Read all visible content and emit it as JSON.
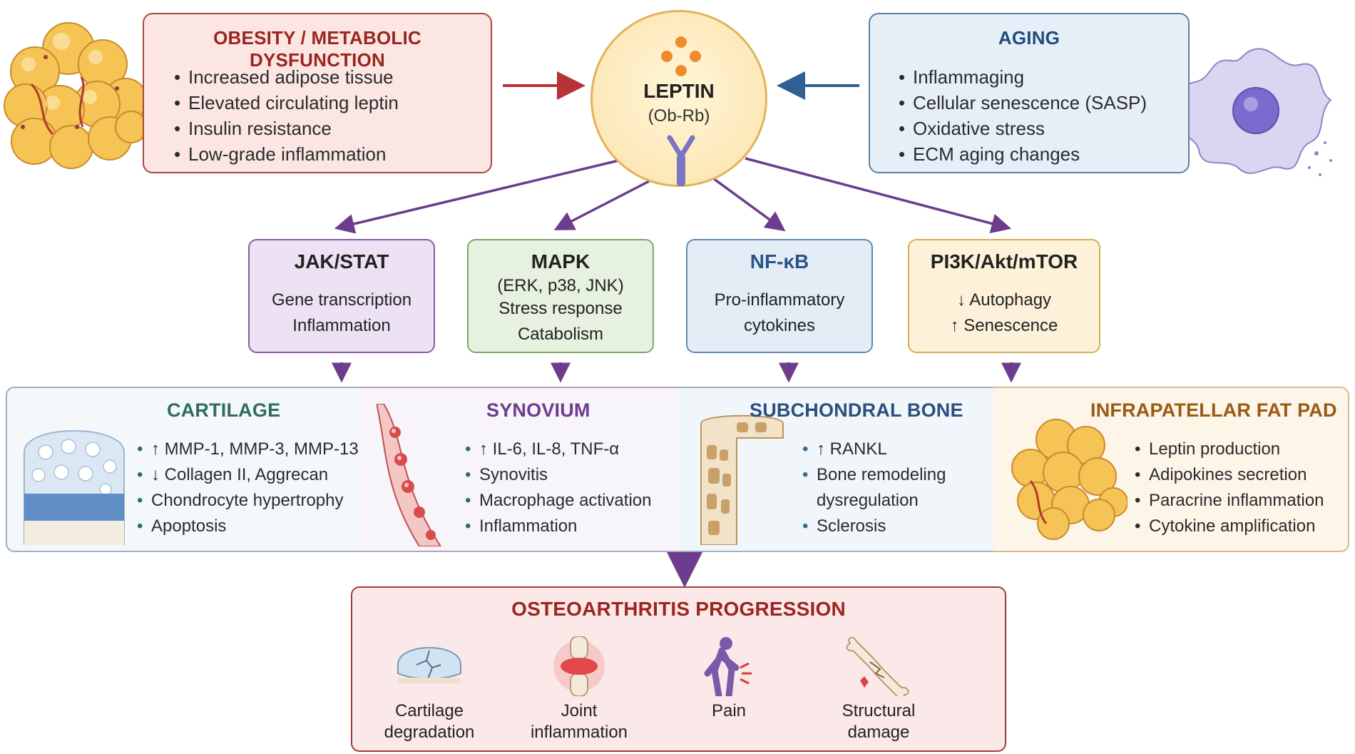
{
  "obesity": {
    "title": "OBESITY / METABOLIC DYSFUNCTION",
    "items": [
      "Increased adipose tissue",
      "Elevated circulating leptin",
      "Insulin resistance",
      "Low-grade inflammation"
    ]
  },
  "leptin": {
    "title": "LEPTIN",
    "receptor": "(Ob-Rb)"
  },
  "aging": {
    "title": "AGING",
    "items": [
      "Inflammaging",
      "Cellular senescence (SASP)",
      "Oxidative stress",
      "ECM aging changes"
    ]
  },
  "pathways": [
    {
      "title": "JAK/STAT",
      "subtitle": "",
      "lines": [
        "Gene transcription",
        "Inflammation"
      ],
      "color": "#8a5aa6"
    },
    {
      "title": "MAPK",
      "subtitle": "(ERK, p38, JNK)",
      "lines": [
        "Stress response",
        "Catabolism"
      ],
      "color": "#7aa868"
    },
    {
      "title": "NF-κB",
      "subtitle": "",
      "lines": [
        "Pro-inflammatory",
        "cytokines"
      ],
      "color": "#6489b0"
    },
    {
      "title": "PI3K/Akt/mTOR",
      "subtitle": "",
      "lines": [
        "↓ Autophagy",
        "↑ Senescence"
      ],
      "color": "#d6ad58"
    }
  ],
  "tissues": {
    "cartilage": {
      "title": "CARTILAGE",
      "color": "#2f6e5b",
      "items": [
        "↑ MMP-1, MMP-3, MMP-13",
        "↓ Collagen II, Aggrecan",
        "Chondrocyte hypertrophy",
        "Apoptosis"
      ]
    },
    "synovium": {
      "title": "SYNOVIUM",
      "color": "#6b3d8c",
      "items": [
        "↑ IL-6, IL-8, TNF-α",
        "Synovitis",
        "Macrophage activation",
        "Inflammation"
      ]
    },
    "bone": {
      "title": "SUBCHONDRAL BONE",
      "color": "#2a4f80",
      "items": [
        "↑ RANKL",
        "Bone remodeling",
        "dysregulation",
        "Sclerosis"
      ]
    },
    "fatpad": {
      "title": "INFRAPATELLAR FAT PAD",
      "color": "#9b5a12",
      "items": [
        "Leptin production",
        "Adipokines secretion",
        "Paracrine inflammation",
        "Cytokine amplification"
      ]
    }
  },
  "oa": {
    "title": "OSTEOARTHRITIS PROGRESSION",
    "items": [
      {
        "icon": "cartilage-degradation-icon",
        "line1": "Cartilage",
        "line2": "degradation"
      },
      {
        "icon": "joint-inflammation-icon",
        "line1": "Joint",
        "line2": "inflammation"
      },
      {
        "icon": "pain-icon",
        "line1": "",
        "line2": "Pain"
      },
      {
        "icon": "structural-damage-icon",
        "line1": "Structural",
        "line2": "damage"
      }
    ]
  },
  "colors": {
    "obesity_arrow": "#b8323a",
    "aging_arrow": "#2f5f93",
    "pathway_arrows": "#6b3d8c"
  }
}
